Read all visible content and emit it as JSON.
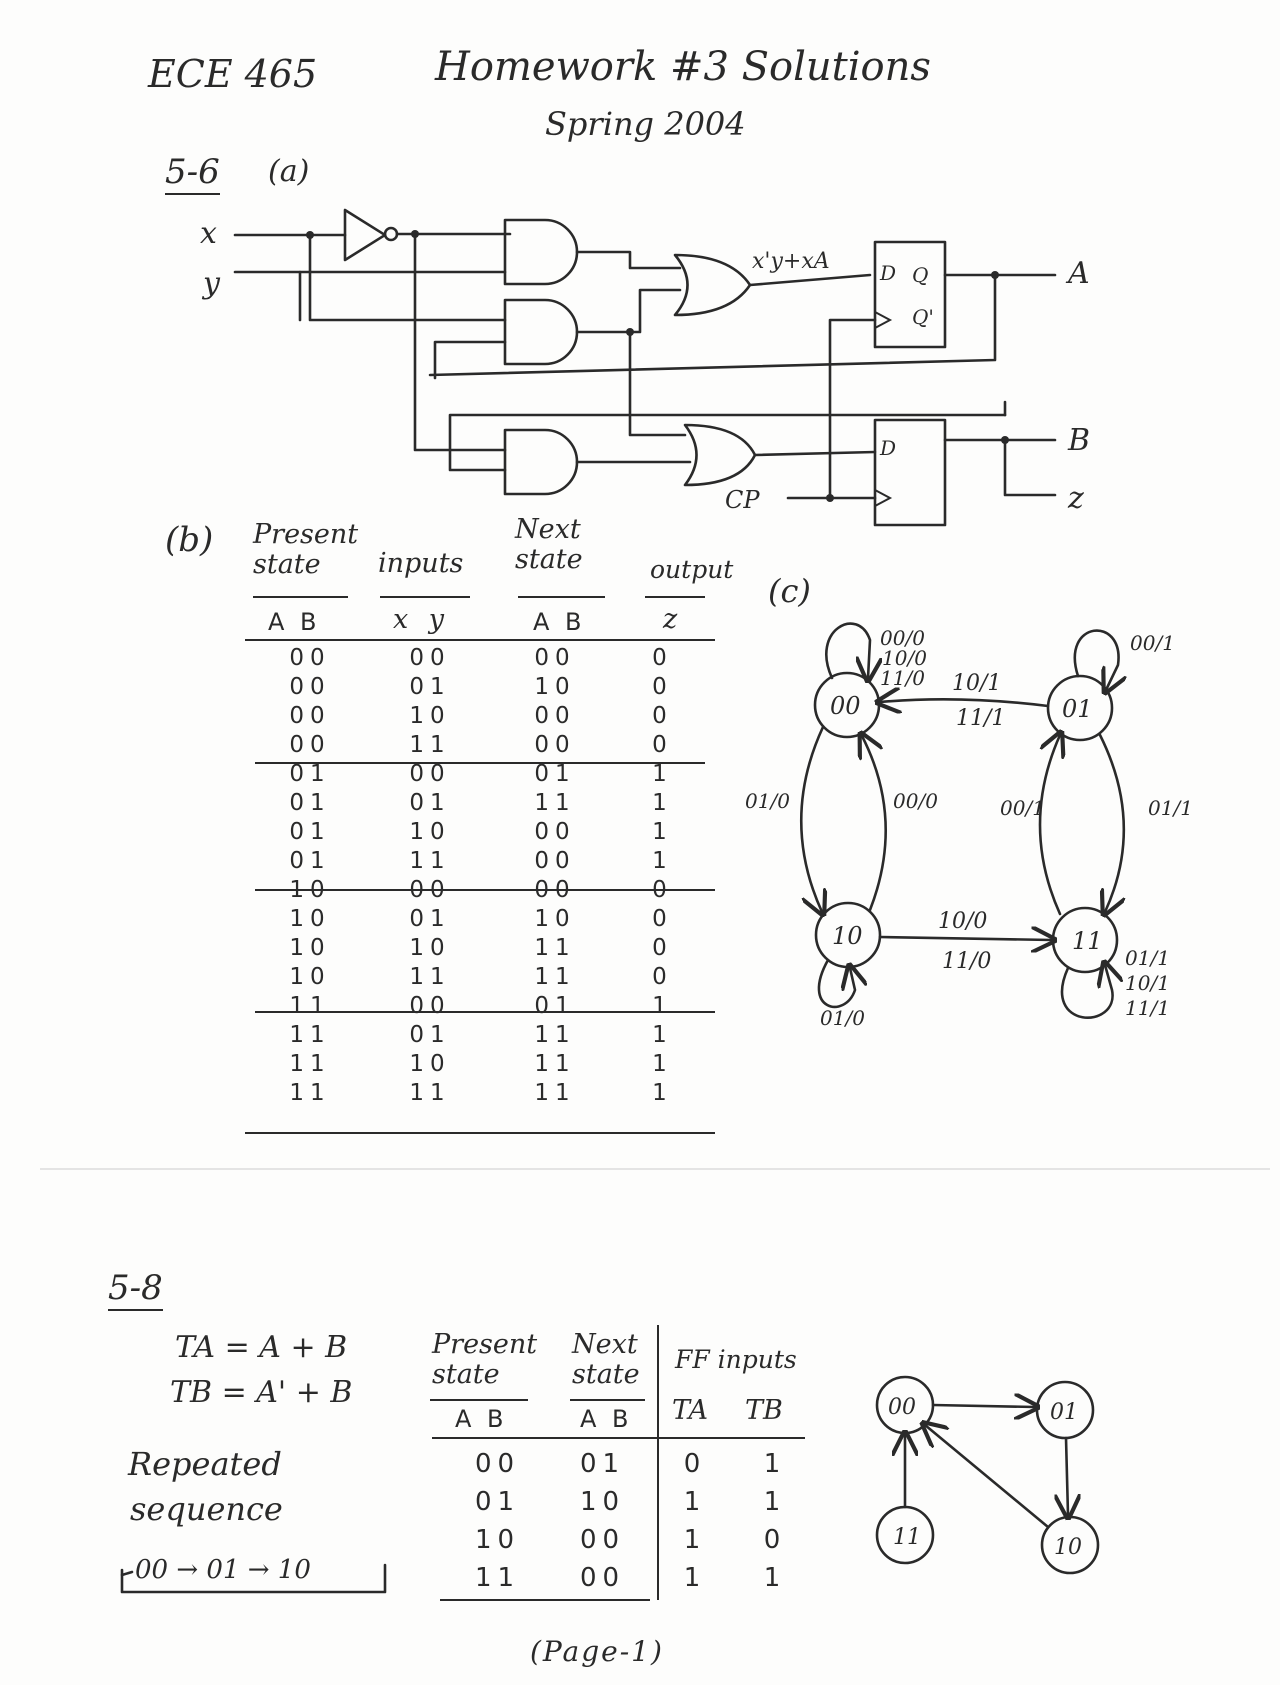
{
  "header": {
    "course": "ECE 465",
    "title": "Homework #3 Solutions",
    "term": "Spring 2004"
  },
  "problem_5_6": {
    "label": "5-6",
    "part_a": "(a)",
    "inputs": [
      "x",
      "y"
    ],
    "or_label": "x'y+xA",
    "ff_pins": [
      "D",
      "Q",
      "Q'"
    ],
    "clock": "CP",
    "outputs": [
      "A",
      "B",
      "z"
    ],
    "part_b": "(b)",
    "headers": {
      "present": "Present state",
      "inputs": "inputs",
      "next": "Next state",
      "output": "output"
    },
    "subheaders": {
      "ab": "A B",
      "xy": "x y",
      "next_ab": "A B",
      "z": "z"
    },
    "rows": [
      [
        "00",
        "00",
        "00",
        "0"
      ],
      [
        "00",
        "01",
        "10",
        "0"
      ],
      [
        "00",
        "10",
        "00",
        "0"
      ],
      [
        "00",
        "11",
        "00",
        "0"
      ],
      [
        "01",
        "00",
        "01",
        "1"
      ],
      [
        "01",
        "01",
        "11",
        "1"
      ],
      [
        "01",
        "10",
        "00",
        "1"
      ],
      [
        "01",
        "11",
        "00",
        "1"
      ],
      [
        "10",
        "00",
        "00",
        "0"
      ],
      [
        "10",
        "01",
        "10",
        "0"
      ],
      [
        "10",
        "10",
        "11",
        "0"
      ],
      [
        "10",
        "11",
        "11",
        "0"
      ],
      [
        "11",
        "00",
        "01",
        "1"
      ],
      [
        "11",
        "01",
        "11",
        "1"
      ],
      [
        "11",
        "10",
        "11",
        "1"
      ],
      [
        "11",
        "11",
        "11",
        "1"
      ]
    ],
    "part_c": "(c)",
    "states": [
      "00",
      "01",
      "10",
      "11"
    ],
    "transitions": {
      "self_00": [
        "00/0",
        "10/0",
        "11/0"
      ],
      "s01_to_00": [
        "10/1",
        "11/1"
      ],
      "self_01": "00/1",
      "s00_to_10": "01/0",
      "s10_to_00": "00/0",
      "s11_to_01": "00/1",
      "s01_to_11": "01/1",
      "s10_to_11": [
        "10/0",
        "11/0"
      ],
      "self_10": "01/0",
      "self_11": [
        "01/1",
        "10/1",
        "11/1"
      ]
    }
  },
  "problem_5_8": {
    "label": "5-8",
    "eq1": "TA = A + B",
    "eq2": "TB = A' + B",
    "repeated": [
      "Repeated",
      "sequence"
    ],
    "sequence": "00 → 01 → 10",
    "headers": {
      "present": "Present state",
      "next": "Next state",
      "ff": "FF inputs"
    },
    "subheaders": {
      "ab": "A B",
      "next_ab": "A B",
      "ta": "TA",
      "tb": "TB"
    },
    "rows": [
      [
        "00",
        "01",
        "0",
        "1"
      ],
      [
        "01",
        "10",
        "1",
        "1"
      ],
      [
        "10",
        "00",
        "1",
        "0"
      ],
      [
        "11",
        "00",
        "1",
        "1"
      ]
    ],
    "states": [
      "00",
      "01",
      "10",
      "11"
    ]
  },
  "footer": "(Page-1)"
}
